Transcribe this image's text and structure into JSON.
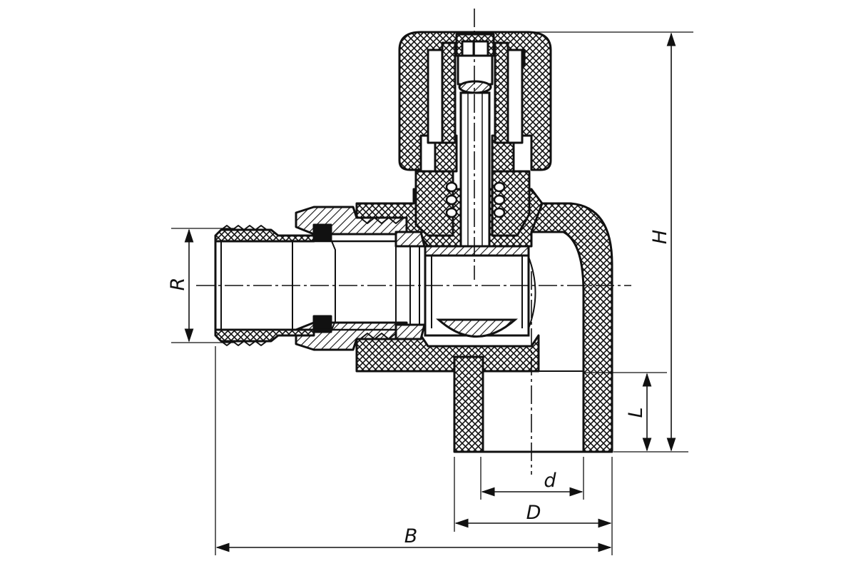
{
  "dimensions": {
    "R": "R",
    "H": "H",
    "L": "L",
    "d": "d",
    "D": "D",
    "B": "B"
  },
  "colors": {
    "line": "#111111",
    "section_fill": "#ffffff",
    "hatch": "#111111",
    "background": "#ffffff"
  }
}
